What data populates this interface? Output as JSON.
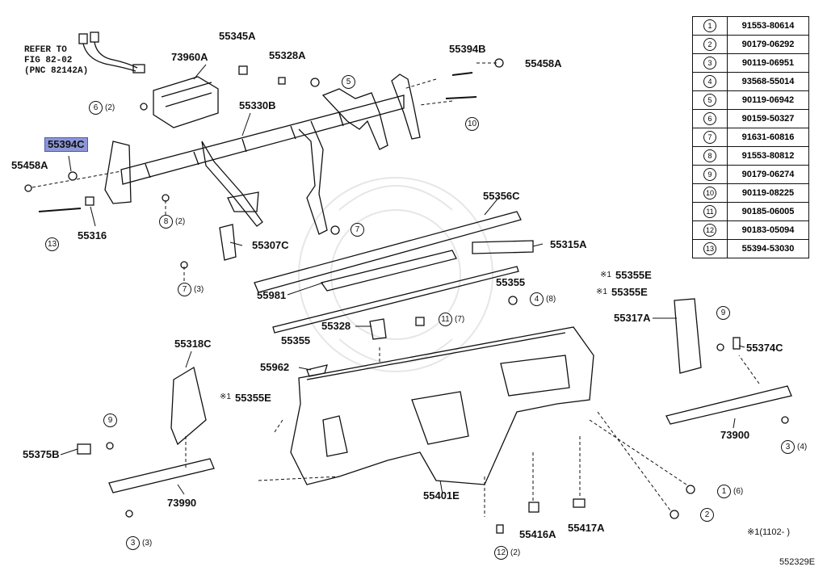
{
  "refer_note": "REFER TO\nFIG 82-02\n(PNC 82142A)",
  "footer": {
    "footnote": "※1(1102-   )",
    "figure_code": "552329E"
  },
  "part_labels": {
    "p55394C": "55394C",
    "p55458A_left": "55458A",
    "p73960A": "73960A",
    "p55345A": "55345A",
    "p55328A": "55328A",
    "p55330B": "55330B",
    "p55394B": "55394B",
    "p55458A_right": "55458A",
    "p55316": "55316",
    "p55307C": "55307C",
    "p55356C": "55356C",
    "p55315A": "55315A",
    "p55981": "55981",
    "p55355_mid": "55355",
    "p55355_left": "55355",
    "p55328": "55328",
    "p55355E_1": "55355E",
    "p55355E_2": "55355E",
    "p55355E_3": "55355E",
    "p55317A": "55317A",
    "p55374C": "55374C",
    "p55318C": "55318C",
    "p55962": "55962",
    "p73900": "73900",
    "p55375B": "55375B",
    "p73990": "73990",
    "p55401E": "55401E",
    "p55416A": "55416A",
    "p55417A": "55417A"
  },
  "ref_marks": {
    "r1": "※1",
    "r2": "※1",
    "r3": "※1"
  },
  "callouts": [
    {
      "num": "6",
      "qty": "(2)"
    },
    {
      "num": "5",
      "qty": ""
    },
    {
      "num": "10",
      "qty": ""
    },
    {
      "num": "13",
      "qty": ""
    },
    {
      "num": "8",
      "qty": "(2)"
    },
    {
      "num": "7",
      "qty": ""
    },
    {
      "num": "7",
      "qty": "(3)"
    },
    {
      "num": "4",
      "qty": "(8)"
    },
    {
      "num": "11",
      "qty": "(7)"
    },
    {
      "num": "9",
      "qty": ""
    },
    {
      "num": "3",
      "qty": "(4)"
    },
    {
      "num": "9",
      "qty": ""
    },
    {
      "num": "1",
      "qty": "(6)"
    },
    {
      "num": "2",
      "qty": ""
    },
    {
      "num": "3",
      "qty": "(3)"
    },
    {
      "num": "12",
      "qty": "(2)"
    }
  ],
  "parts_table": [
    {
      "num": "1",
      "part": "91553-80614"
    },
    {
      "num": "2",
      "part": "90179-06292"
    },
    {
      "num": "3",
      "part": "90119-06951"
    },
    {
      "num": "4",
      "part": "93568-55014"
    },
    {
      "num": "5",
      "part": "90119-06942"
    },
    {
      "num": "6",
      "part": "90159-50327"
    },
    {
      "num": "7",
      "part": "91631-60816"
    },
    {
      "num": "8",
      "part": "91553-80812"
    },
    {
      "num": "9",
      "part": "90179-06274"
    },
    {
      "num": "10",
      "part": "90119-08225"
    },
    {
      "num": "11",
      "part": "90185-06005"
    },
    {
      "num": "12",
      "part": "90183-05094"
    },
    {
      "num": "13",
      "part": "55394-53030"
    }
  ]
}
